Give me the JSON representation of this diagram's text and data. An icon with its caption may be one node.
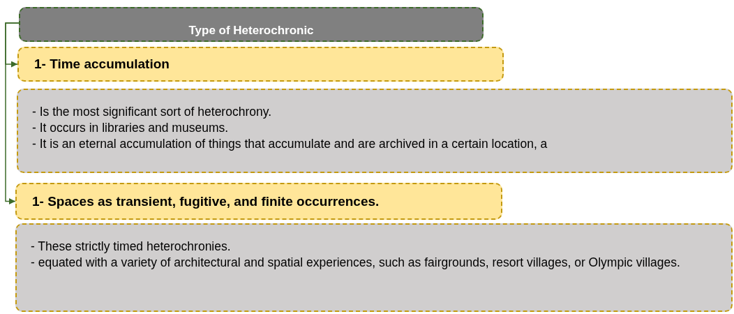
{
  "diagram": {
    "nodes": [
      {
        "text": [
          "Type of Heterochronic"
        ]
      },
      {
        "text": [
          "1- Time accumulation"
        ]
      },
      {
        "text": [
          "- Is the most significant sort of heterochrony.",
          "- It occurs in libraries and museums.",
          "- It is an eternal accumulation of things that accumulate and are archived in a certain location, a"
        ]
      },
      {
        "text": [
          "1- Spaces as transient, fugitive, and finite occurrences."
        ]
      },
      {
        "text": [
          "- These strictly timed heterochronies.",
          "- equated with a variety of architectural and spatial experiences, such as fairgrounds, resort villages, or Olympic villages."
        ]
      }
    ],
    "edges": [
      {
        "from": 0,
        "to": 1,
        "arrow": "to"
      },
      {
        "from": 0,
        "to": 3,
        "arrow": "to"
      }
    ]
  }
}
